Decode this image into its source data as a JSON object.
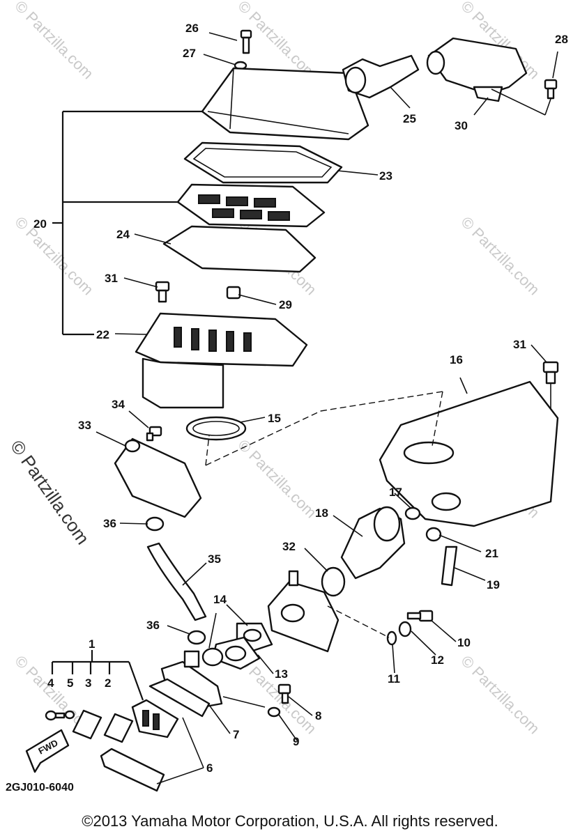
{
  "diagram": {
    "code": "2GJ010-6040",
    "fwd_label": "FWD",
    "watermark_text": "© Partzilla.com",
    "callouts": [
      "1",
      "2",
      "3",
      "4",
      "5",
      "6",
      "7",
      "8",
      "9",
      "10",
      "11",
      "12",
      "13",
      "14",
      "15",
      "16",
      "17",
      "18",
      "19",
      "20",
      "21",
      "22",
      "23",
      "24",
      "25",
      "26",
      "27",
      "28",
      "29",
      "30",
      "31",
      "32",
      "33",
      "34",
      "35",
      "36"
    ]
  },
  "footer": {
    "copyright": "©2013  Yamaha Motor Corporation, U.S.A. All rights reserved."
  }
}
